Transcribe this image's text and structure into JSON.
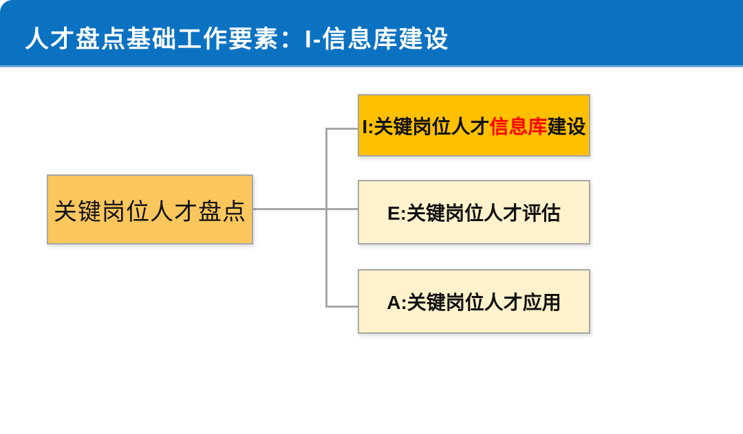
{
  "slide": {
    "title": "人才盘点基础工作要素：I-信息库建设",
    "colors": {
      "header_bg": "#0B72C2",
      "header_border": "#6FA6DC",
      "root_fill": "#FBC75D",
      "highlight_fill": "#FFC000",
      "leaf_fill": "#FFF2CC",
      "box_border": "#A6A6A6",
      "connector": "#A6A6A6",
      "highlight_text": "#FF0000",
      "title_text": "#FFFFFF",
      "node_text": "#111111"
    }
  },
  "diagram": {
    "root": {
      "label": "关键岗位人才盘点"
    },
    "nodes": [
      {
        "id": "I",
        "prefix": "I:关键岗位人才",
        "highlight": "信息库",
        "suffix": "建设"
      },
      {
        "id": "E",
        "label": "E:关键岗位人才评估"
      },
      {
        "id": "A",
        "label": "A:关键岗位人才应用"
      }
    ]
  }
}
